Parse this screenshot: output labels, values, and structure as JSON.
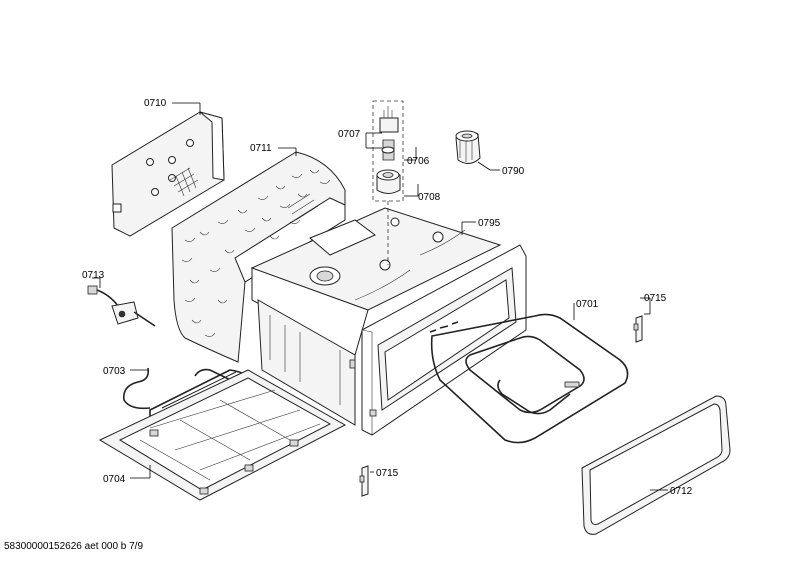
{
  "callouts": [
    {
      "id": "0710",
      "label": "0710"
    },
    {
      "id": "0711",
      "label": "0711"
    },
    {
      "id": "0707",
      "label": "0707"
    },
    {
      "id": "0706",
      "label": "0706"
    },
    {
      "id": "0708",
      "label": "0708"
    },
    {
      "id": "0790",
      "label": "0790"
    },
    {
      "id": "0795",
      "label": "0795"
    },
    {
      "id": "0713",
      "label": "0713"
    },
    {
      "id": "0701",
      "label": "0701"
    },
    {
      "id": "0715a",
      "label": "0715"
    },
    {
      "id": "0703",
      "label": "0703"
    },
    {
      "id": "0704",
      "label": "0704"
    },
    {
      "id": "0715b",
      "label": "0715"
    },
    {
      "id": "0712",
      "label": "0712"
    }
  ],
  "footer": "58300000152626 aet 000 b 7/9"
}
